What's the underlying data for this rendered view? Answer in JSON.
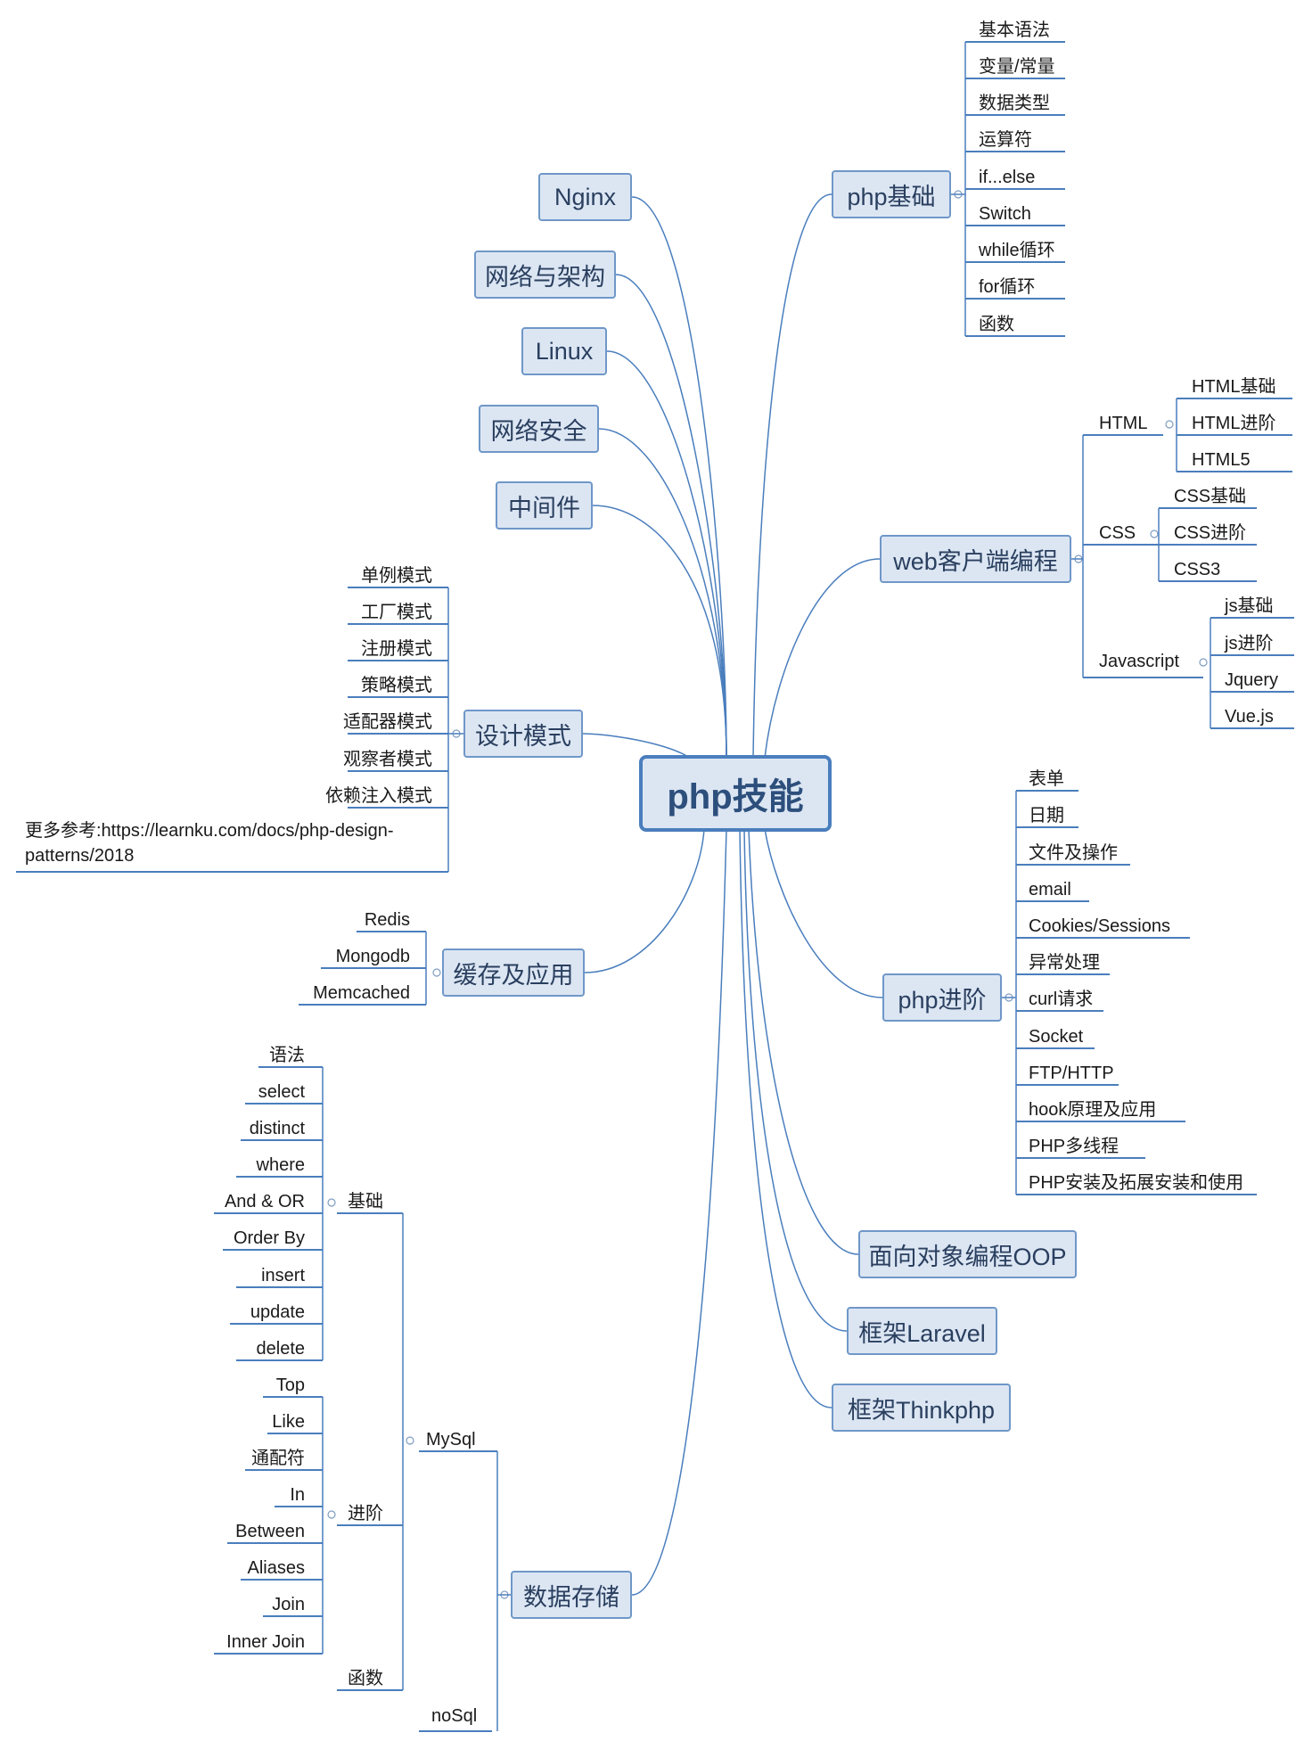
{
  "root": "php技能",
  "topics": {
    "nginx": "Nginx",
    "network_arch": "网络与架构",
    "linux": "Linux",
    "network_security": "网络安全",
    "middleware": "中间件",
    "design_patterns": "设计模式",
    "cache": "缓存及应用",
    "data_storage": "数据存储",
    "php_basics": "php基础",
    "web_client": "web客户端编程",
    "php_advanced": "php进阶",
    "oop": "面向对象编程OOP",
    "laravel": "框架Laravel",
    "thinkphp": "框架Thinkphp"
  },
  "php_basics_items": [
    "基本语法",
    "变量/常量",
    "数据类型",
    "运算符",
    "if...else",
    "Switch",
    "while循环",
    "for循环",
    "函数"
  ],
  "web_client": {
    "html": {
      "label": "HTML",
      "items": [
        "HTML基础",
        "HTML进阶",
        "HTML5"
      ]
    },
    "css": {
      "label": "CSS",
      "items": [
        "CSS基础",
        "CSS进阶",
        "CSS3"
      ]
    },
    "javascript": {
      "label": "Javascript",
      "items": [
        "js基础",
        "js进阶",
        "Jquery",
        "Vue.js"
      ]
    }
  },
  "php_advanced_items": [
    "表单",
    "日期",
    "文件及操作",
    "email",
    "Cookies/Sessions",
    "异常处理",
    "curl请求",
    "Socket",
    "FTP/HTTP",
    "hook原理及应用",
    "PHP多线程",
    "PHP安装及拓展安装和使用"
  ],
  "design_patterns_items": [
    "单例模式",
    "工厂模式",
    "注册模式",
    "策略模式",
    "适配器模式",
    "观察者模式",
    "依赖注入模式"
  ],
  "design_patterns_note": "更多参考:https://learnku.com/docs/php-design-patterns/2018",
  "cache_items": [
    "Redis",
    "Mongodb",
    "Memcached"
  ],
  "data_storage": {
    "mysql": {
      "label": "MySql",
      "basics": {
        "label": "基础",
        "items": [
          "语法",
          "select",
          "distinct",
          "where",
          "And & OR",
          "Order By",
          "insert",
          "update",
          "delete"
        ]
      },
      "advanced": {
        "label": "进阶",
        "items": [
          "Top",
          "Like",
          "通配符",
          "In",
          "Between",
          "Aliases",
          "Join",
          "Inner Join"
        ]
      },
      "functions": "函数"
    },
    "nosql": "noSql"
  },
  "colors": {
    "line": "#4a7ebd",
    "box_fill": "#dce6f3",
    "box_border": "#6f97c8",
    "root_border": "#4a7ebd",
    "root_text": "#2d4f7c"
  }
}
